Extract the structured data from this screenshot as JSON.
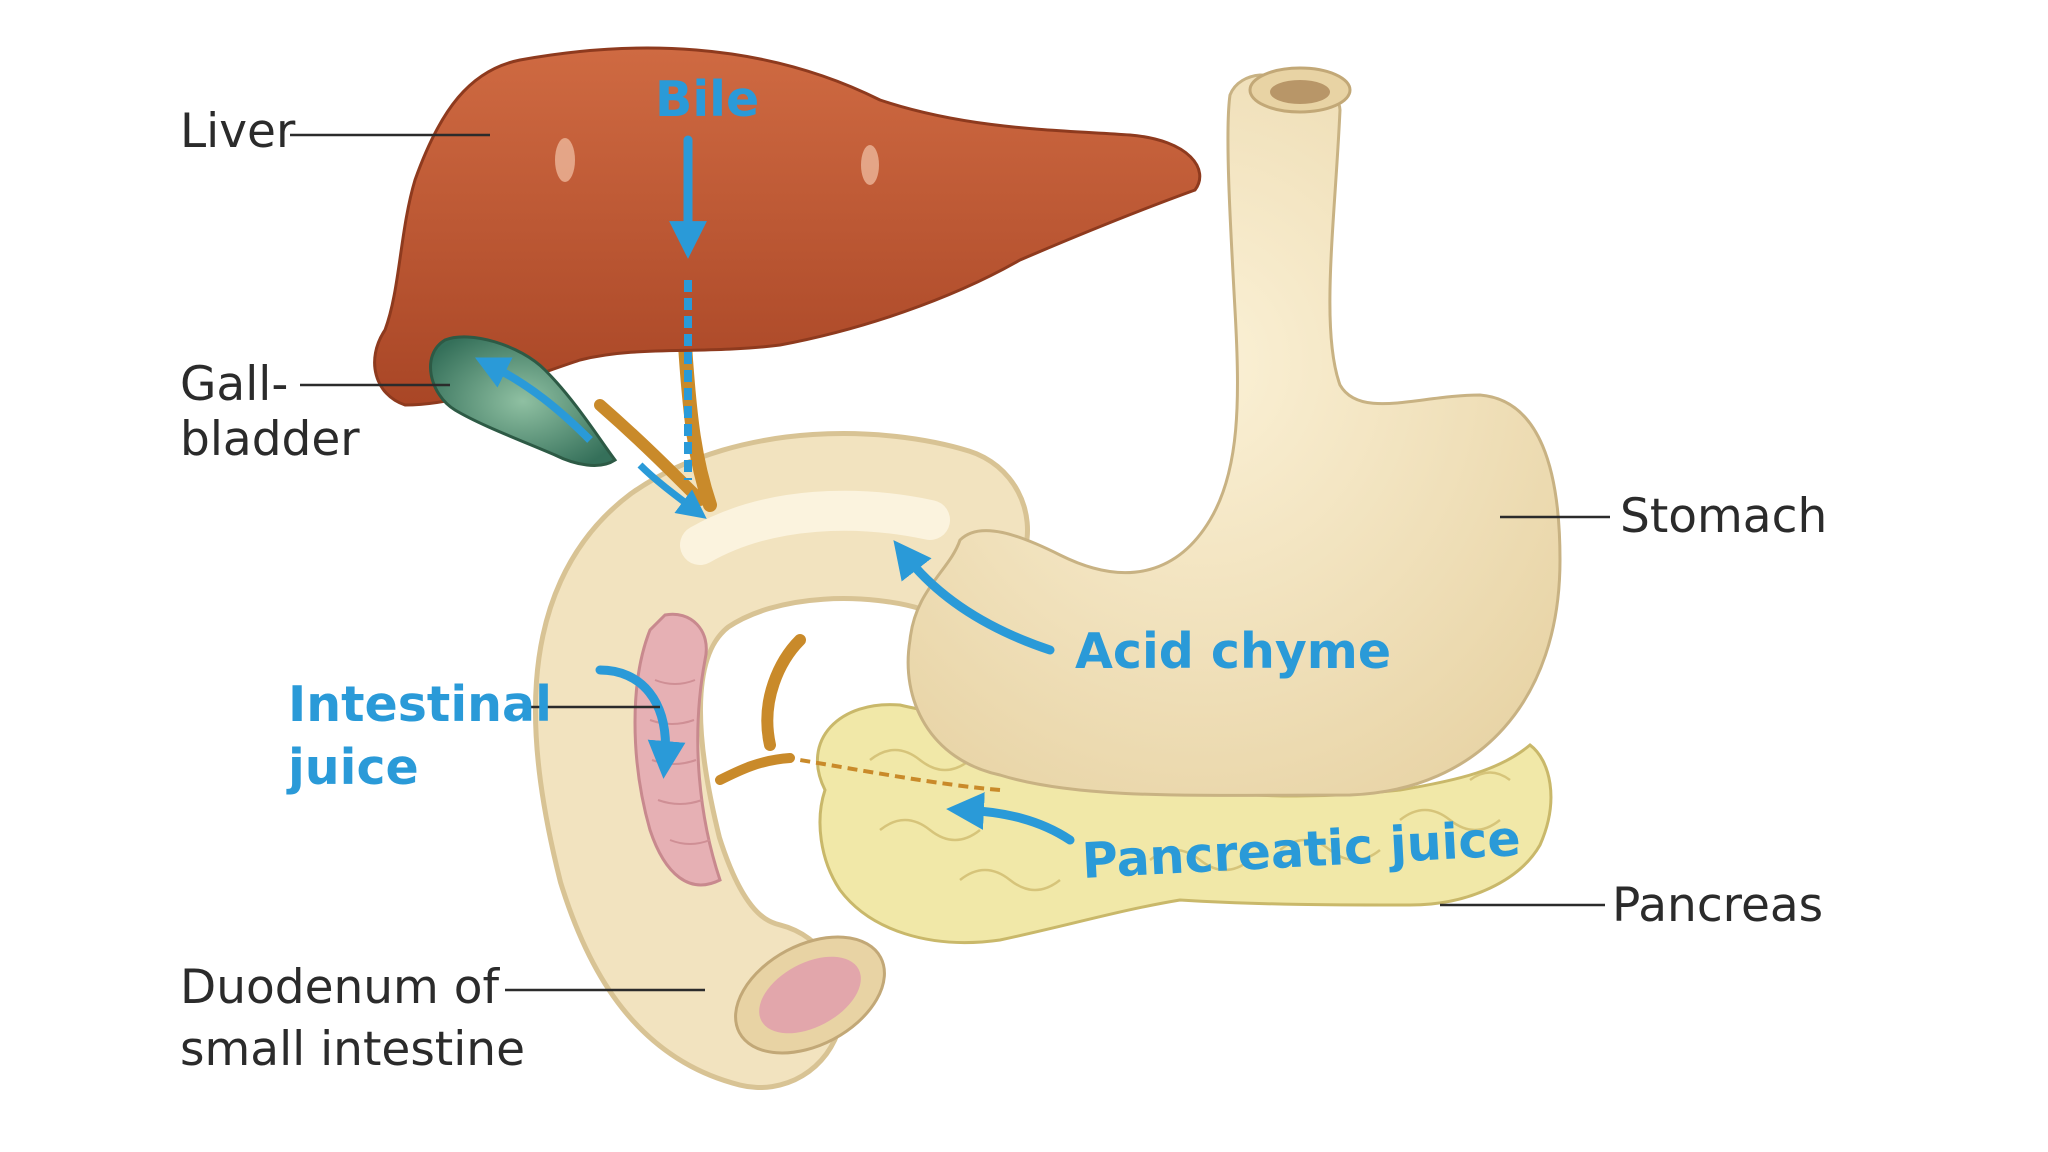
{
  "labels": {
    "liver": "Liver",
    "gallbladder_1": "Gall-",
    "gallbladder_2": "bladder",
    "stomach": "Stomach",
    "pancreas": "Pancreas",
    "duodenum_1": "Duodenum of",
    "duodenum_2": "small intestine"
  },
  "flows": {
    "bile": "Bile",
    "acid_chyme": "Acid chyme",
    "intestinal_1": "Intestinal",
    "intestinal_2": "juice",
    "pancreatic": "Pancreatic juice"
  },
  "colors": {
    "liver": "#c25a34",
    "gallbladder": "#3f8060",
    "digestive_tract": "#f2e3bf",
    "pancreas": "#f1e8a8",
    "intestinal_lining": "#e6b0b4",
    "flow_arrow": "#2a9ad8",
    "leader_line": "#2b2b2b"
  }
}
